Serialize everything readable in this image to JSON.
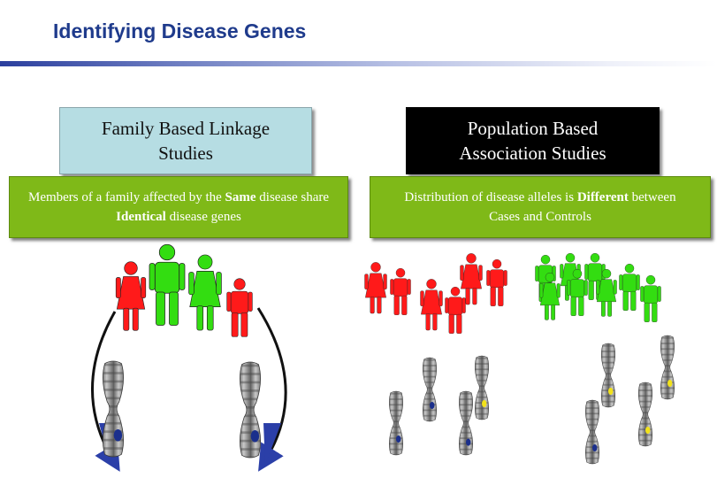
{
  "title": "Identifying Disease Genes",
  "colors": {
    "title": "#1f3b8c",
    "header_light": "#b6dde3",
    "header_dark": "#000000",
    "description_green": "#7fb918",
    "affected_red": "#ff1a1a",
    "unaffected_green": "#33dd11",
    "chromosome_gray": "#8c8c8c",
    "allele_blue": "#1b2f8c",
    "allele_yellow": "#f2e21b",
    "arrow_blue": "#2b3fa8"
  },
  "left": {
    "header": "Family Based Linkage Studies",
    "description": {
      "before_same": "Members of a family affected by the ",
      "same": "Same",
      "after_same": " disease share ",
      "identical": "Identical",
      "after_identical": " disease genes"
    }
  },
  "right": {
    "header": "Population Based Association Studies",
    "description": {
      "before_different": "Distribution of disease alleles is ",
      "different": "Different",
      "after_different": " between Cases and Controls"
    }
  },
  "icons": {
    "family_people": "family-people-icon",
    "cases_group": "cases-group-icon",
    "controls_group": "controls-group-icon",
    "chromosome": "chromosome-icon",
    "inheritance_arrow": "curved-arrow-icon"
  }
}
